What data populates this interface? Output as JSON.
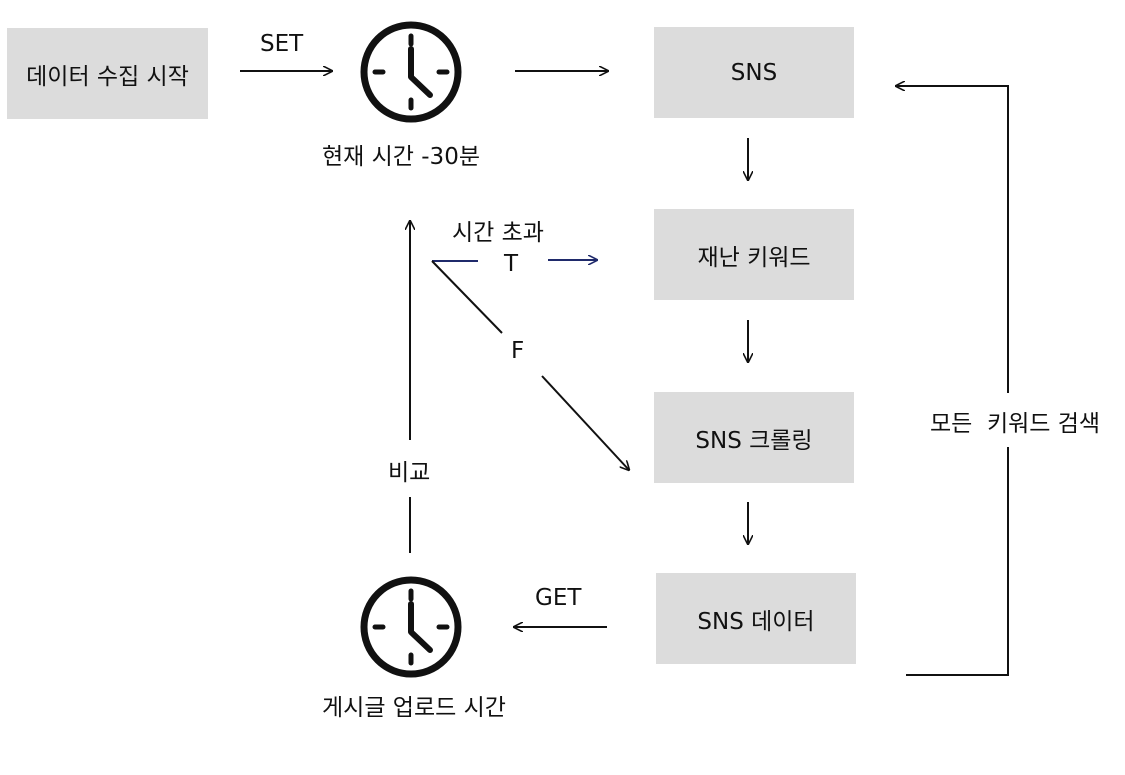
{
  "nodes": {
    "start": "데이터 수집 시작",
    "sns": "SNS",
    "disaster_keyword": "재난 키워드",
    "sns_crawling": "SNS 크롤링",
    "sns_data": "SNS 데이터"
  },
  "labels": {
    "set": "SET",
    "current_time": "현재 시간 -30분",
    "timeout": "시간 초과",
    "true_branch": "T",
    "false_branch": "F",
    "compare": "비교",
    "get": "GET",
    "post_upload_time": "게시글 업로드 시간",
    "all_keywords_searched": "모든  키워드 검색"
  },
  "icons": [
    "clock-icon",
    "clock-icon"
  ],
  "colors": {
    "box_fill": "#dcdcdc",
    "line": "#111111",
    "true_arrow": "#1f2a6b"
  }
}
